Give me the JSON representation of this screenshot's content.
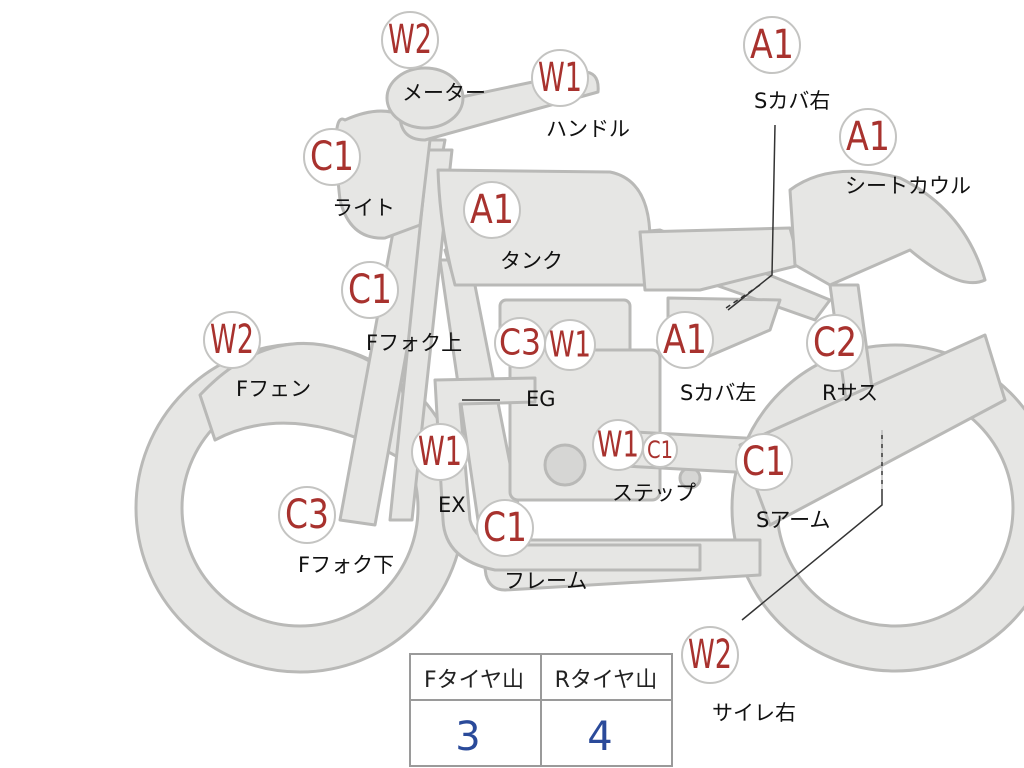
{
  "badges": {
    "meter": "W2",
    "handle": "W1",
    "light": "C1",
    "tank": "A1",
    "fork_upper": "C1",
    "fender": "W2",
    "engine_a": "C3",
    "engine_b": "W1",
    "side_cover_left": "A1",
    "rear_shock": "C2",
    "exhaust": "W1",
    "step_a": "W1",
    "step_b": "C1",
    "swing_arm": "C1",
    "fork_lower": "C3",
    "frame": "C1",
    "side_cover_right": "A1",
    "seat_cowl": "A1",
    "silencer": "W2"
  },
  "labels": {
    "meter": "メーター",
    "handle": "ハンドル",
    "light": "ライト",
    "tank": "タンク",
    "fork_upper": "Fフォク上",
    "fender": "Fフェン",
    "engine": "EG",
    "side_cover_left": "Sカバ左",
    "rear_shock": "Rサス",
    "exhaust": "EX",
    "step": "ステップ",
    "swing_arm": "Sアーム",
    "fork_lower": "Fフォク下",
    "frame": "フレーム",
    "side_cover_right": "Sカバ右",
    "seat_cowl": "シートカウル",
    "silencer": "サイレ右"
  },
  "tread_table": {
    "headers": [
      "Fタイヤ山",
      "Rタイヤ山"
    ],
    "values": [
      "3",
      "4"
    ]
  },
  "colors": {
    "body_fill": "#e6e6e4",
    "body_stroke": "#b9b9b7",
    "badge_text": "#a8322e",
    "value_text": "#2a4a9a"
  }
}
